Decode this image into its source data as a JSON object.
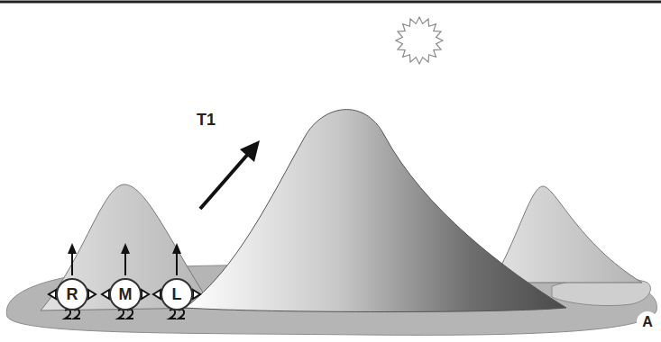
{
  "diagram": {
    "nodes": [
      {
        "text": [
          "R"
        ]
      },
      {
        "text": [
          "M"
        ]
      },
      {
        "text": [
          "L"
        ]
      }
    ],
    "labels": [
      "T1",
      "A"
    ]
  }
}
